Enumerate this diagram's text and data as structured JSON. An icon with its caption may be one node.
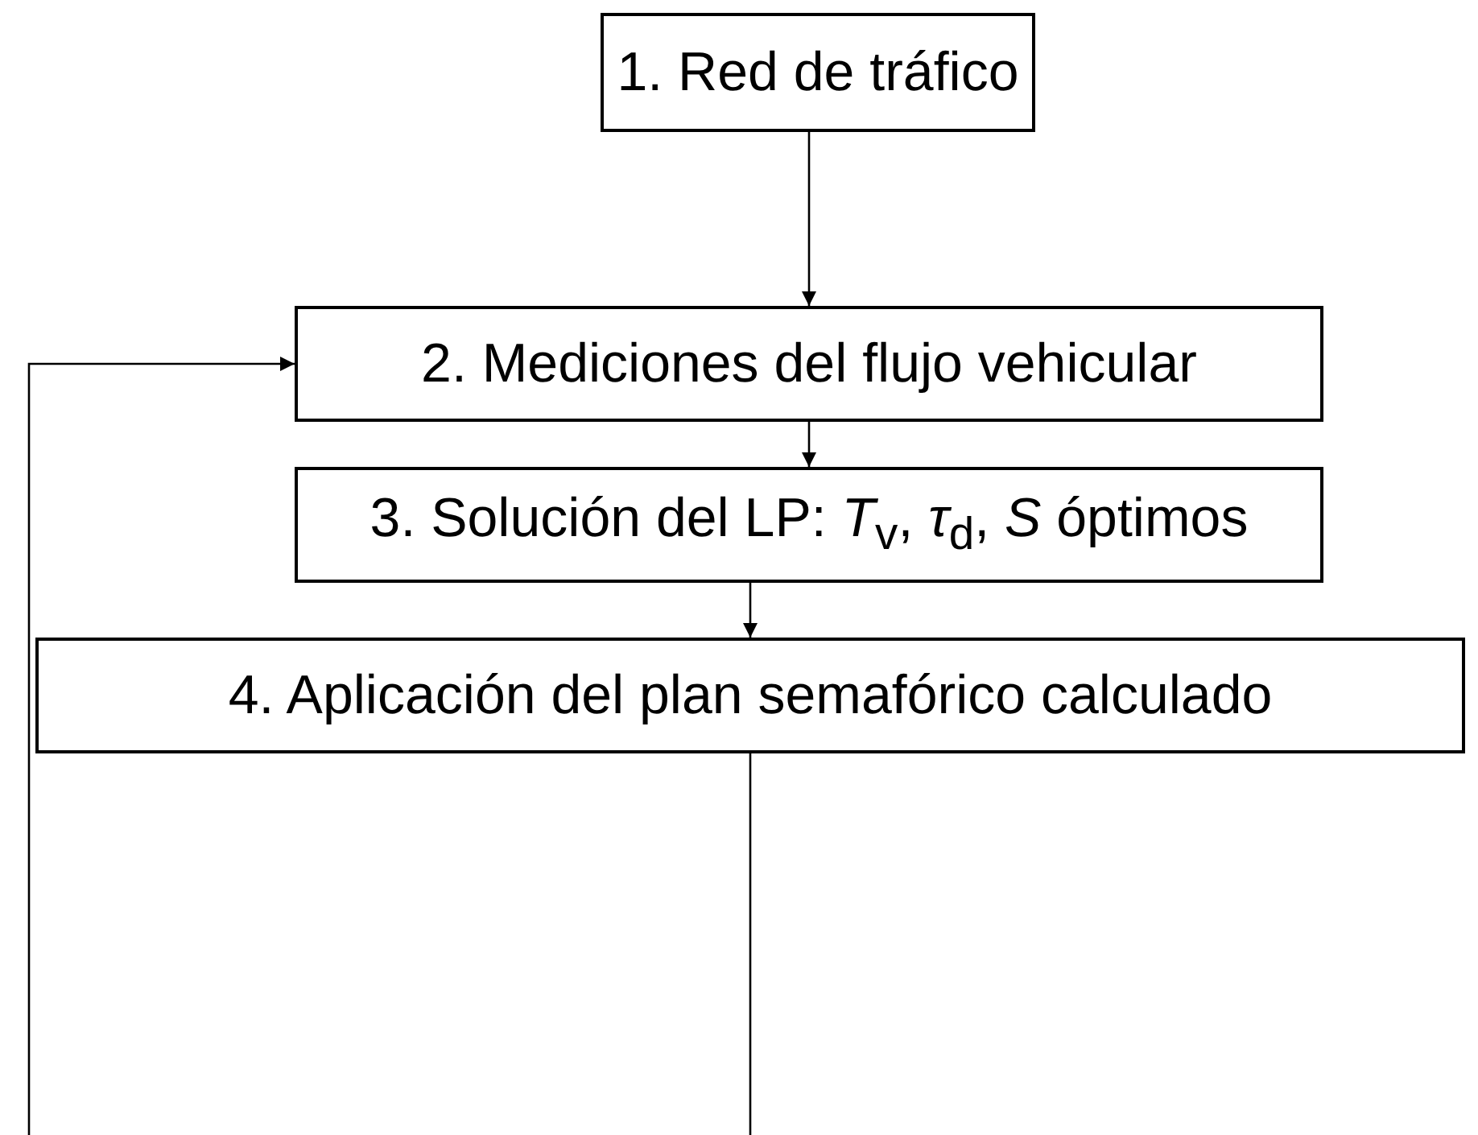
{
  "diagram": {
    "nodes": [
      {
        "text": [
          "1. Red de tráfico"
        ]
      },
      {
        "text": [
          "2. Mediciones del flujo vehicular"
        ]
      },
      {
        "text": [
          "3. Solución del LP: *T*$_{v}$, *τ*$_{d}$, *S* óptimos"
        ]
      },
      {
        "text": [
          "4. Aplicación del plan semafórico calculado"
        ]
      }
    ],
    "edges": [
      {
        "from": 0,
        "to": 1,
        "arrow": "to"
      },
      {
        "from": 1,
        "to": 2,
        "arrow": "to"
      },
      {
        "from": 2,
        "to": 3,
        "arrow": "to"
      },
      {
        "from": 3,
        "to": null,
        "arrow": "none"
      },
      {
        "from": null,
        "to": 1,
        "arrow": "to"
      }
    ]
  }
}
